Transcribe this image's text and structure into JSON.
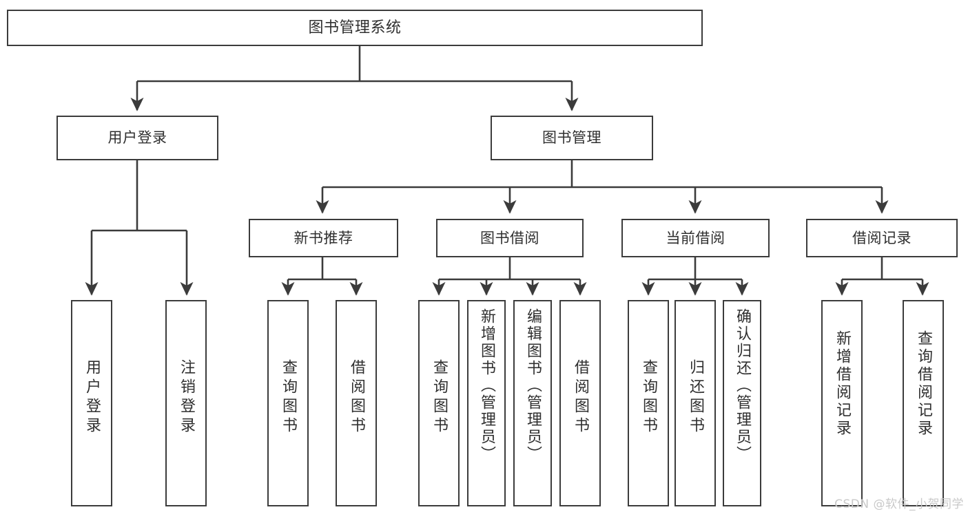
{
  "diagram": {
    "title": "图书管理系统",
    "watermark": "CSDN @软件_小贺同学",
    "line_color": "#3b3b3b",
    "box_fill": "#ffffff",
    "text_color": "#2f2f2f",
    "watermark_color": "#c9c9c9",
    "levels": {
      "root": {
        "label": "图书管理系统"
      },
      "level2": [
        {
          "label": "用户登录"
        },
        {
          "label": "图书管理"
        }
      ],
      "level3": [
        {
          "label": "新书推荐"
        },
        {
          "label": "图书借阅"
        },
        {
          "label": "当前借阅"
        },
        {
          "label": "借阅记录"
        }
      ],
      "leaves": {
        "user_login": [
          {
            "label": "用户登录"
          },
          {
            "label": "注销登录"
          }
        ],
        "new_book_recommend": [
          {
            "label": "查询图书"
          },
          {
            "label": "借阅图书"
          }
        ],
        "book_borrow": [
          {
            "label": "查询图书"
          },
          {
            "label": "新增图书（管理员）"
          },
          {
            "label": "编辑图书（管理员）"
          },
          {
            "label": "借阅图书"
          }
        ],
        "current_borrow": [
          {
            "label": "查询图书"
          },
          {
            "label": "归还图书"
          },
          {
            "label": "确认归还（管理员）"
          }
        ],
        "borrow_record": [
          {
            "label": "新增借阅记录"
          },
          {
            "label": "查询借阅记录"
          }
        ]
      }
    }
  },
  "chart_data": {
    "type": "tree-diagram",
    "title": "图书管理系统",
    "orientation": "top-down",
    "nodes": [
      {
        "id": "root",
        "label": "图书管理系统",
        "level": 0,
        "parent": null
      },
      {
        "id": "n-user-login",
        "label": "用户登录",
        "level": 1,
        "parent": "root"
      },
      {
        "id": "n-book-manage",
        "label": "图书管理",
        "level": 1,
        "parent": "root"
      },
      {
        "id": "n-new-book",
        "label": "新书推荐",
        "level": 2,
        "parent": "n-book-manage"
      },
      {
        "id": "n-book-borrow",
        "label": "图书借阅",
        "level": 2,
        "parent": "n-book-manage"
      },
      {
        "id": "n-current-borrow",
        "label": "当前借阅",
        "level": 2,
        "parent": "n-book-manage"
      },
      {
        "id": "n-borrow-record",
        "label": "借阅记录",
        "level": 2,
        "parent": "n-book-manage"
      },
      {
        "id": "l-user-login",
        "label": "用户登录",
        "level": 2,
        "parent": "n-user-login"
      },
      {
        "id": "l-logout",
        "label": "注销登录",
        "level": 2,
        "parent": "n-user-login"
      },
      {
        "id": "l-nb-query",
        "label": "查询图书",
        "level": 3,
        "parent": "n-new-book"
      },
      {
        "id": "l-nb-borrow",
        "label": "借阅图书",
        "level": 3,
        "parent": "n-new-book"
      },
      {
        "id": "l-bb-query",
        "label": "查询图书",
        "level": 3,
        "parent": "n-book-borrow"
      },
      {
        "id": "l-bb-add",
        "label": "新增图书（管理员）",
        "level": 3,
        "parent": "n-book-borrow"
      },
      {
        "id": "l-bb-edit",
        "label": "编辑图书（管理员）",
        "level": 3,
        "parent": "n-book-borrow"
      },
      {
        "id": "l-bb-borrow",
        "label": "借阅图书",
        "level": 3,
        "parent": "n-book-borrow"
      },
      {
        "id": "l-cb-query",
        "label": "查询图书",
        "level": 3,
        "parent": "n-current-borrow"
      },
      {
        "id": "l-cb-return",
        "label": "归还图书",
        "level": 3,
        "parent": "n-current-borrow"
      },
      {
        "id": "l-cb-confirm",
        "label": "确认归还（管理员）",
        "level": 3,
        "parent": "n-current-borrow"
      },
      {
        "id": "l-br-add",
        "label": "新增借阅记录",
        "level": 3,
        "parent": "n-borrow-record"
      },
      {
        "id": "l-br-query",
        "label": "查询借阅记录",
        "level": 3,
        "parent": "n-borrow-record"
      }
    ]
  }
}
